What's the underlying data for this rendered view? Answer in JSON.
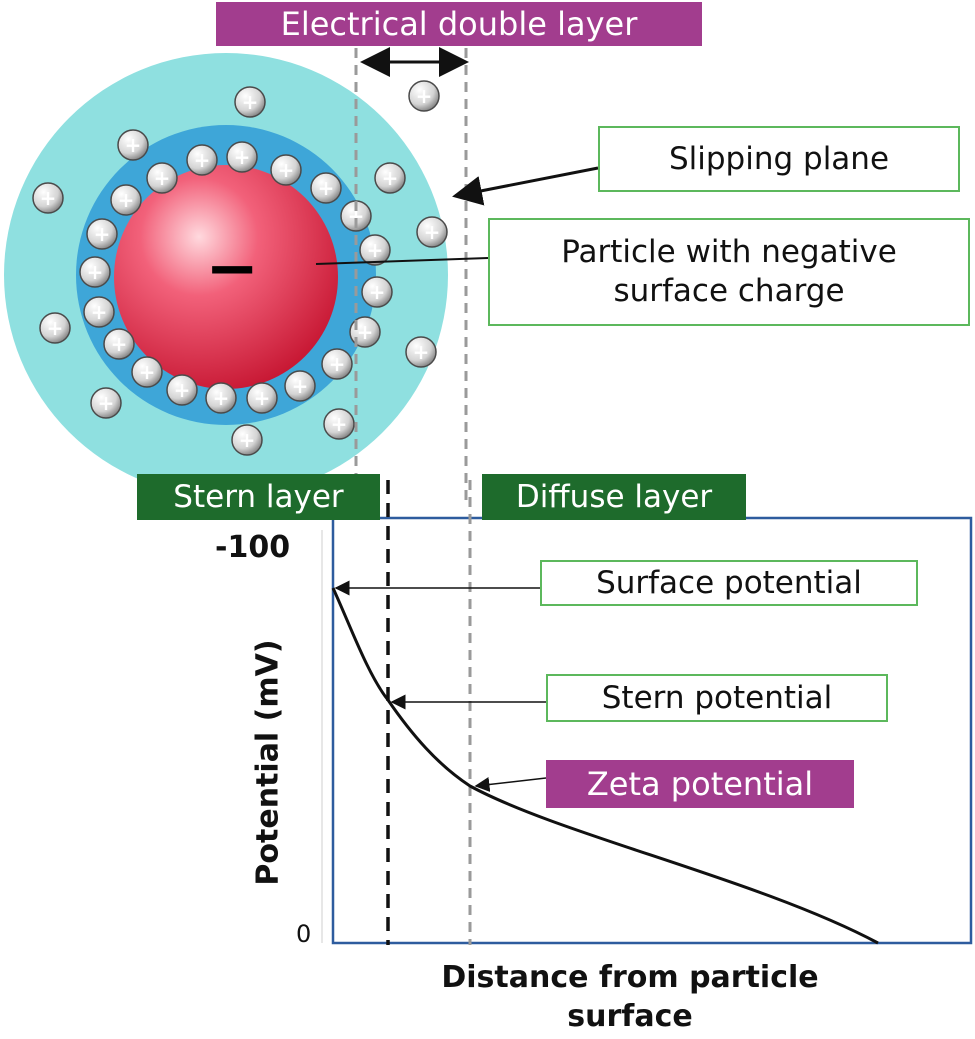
{
  "labels": {
    "edl": "Electrical double layer",
    "slipping_plane": "Slipping plane",
    "particle_line1": "Particle with negative",
    "particle_line2": "surface charge",
    "stern_layer": "Stern layer",
    "diffuse_layer": "Diffuse layer",
    "surface_potential": "Surface potential",
    "stern_potential": "Stern potential",
    "zeta_potential": "Zeta potential",
    "particle_sign": "−",
    "ion_sign": "+"
  },
  "axes": {
    "y_top_tick": "-100",
    "y_bottom_tick": "0",
    "y_label": "Potential (mV)",
    "x_label_line1": "Distance from particle",
    "x_label_line2": "surface"
  },
  "colors": {
    "diffuse_halo": "#8fe0e0",
    "stern_ring": "#3ea6d8",
    "particle": "#e8344e",
    "edl_box": "#a23d8e",
    "layer_box": "#1e6b2c",
    "callout_border": "#5cb85c",
    "plot_frame": "#2e5c9e"
  },
  "icons": {
    "particle": "negative-particle-icon",
    "ion": "positive-ion-icon"
  }
}
